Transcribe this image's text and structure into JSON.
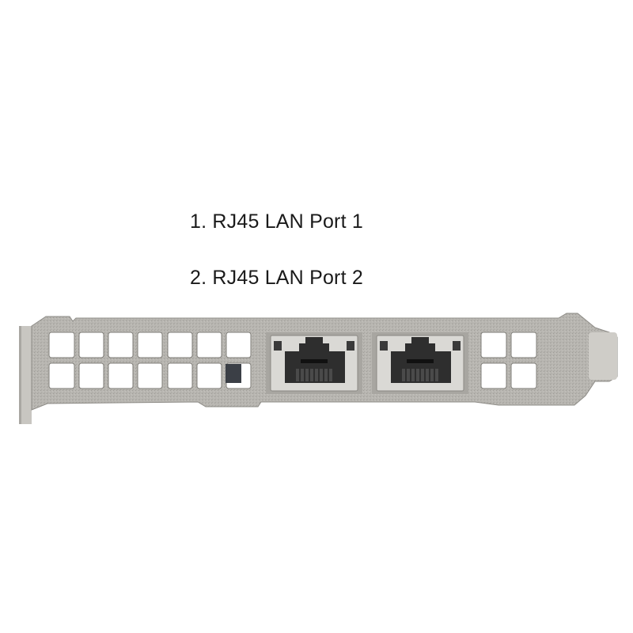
{
  "labels": [
    {
      "number": "1.",
      "text": "1. RJ45 LAN Port 1"
    },
    {
      "number": "2.",
      "text": "2. RJ45 LAN Port 2"
    }
  ],
  "image": {
    "subject": "low-profile PCIe network card bracket",
    "ports": [
      "RJ45 LAN Port 1",
      "RJ45 LAN Port 2"
    ],
    "colors": {
      "bracket": "#b9b7b2",
      "bracket_dark": "#9d9b96",
      "port_housing": "#d9d8d4",
      "port_cavity": "#2b2b2b"
    }
  }
}
